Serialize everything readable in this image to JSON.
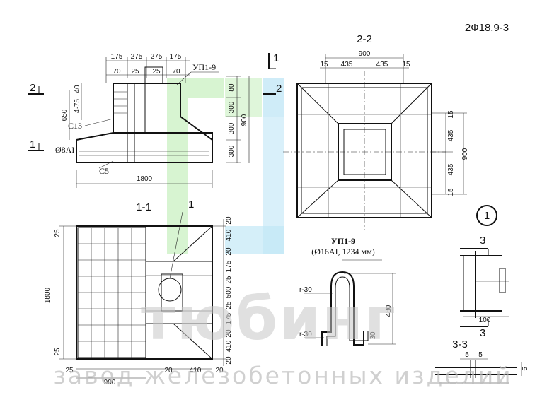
{
  "drawing": {
    "product_code": "2Ф18.9-3",
    "section_labels": {
      "s22": "2-2",
      "s11": "1-1",
      "s33": "3-3",
      "cut1": "1",
      "cut2": "2",
      "cut3": "3",
      "detail": "1",
      "leader": "1"
    },
    "part_labels": {
      "up19": "УП1-9",
      "c13": "С13",
      "c5": "С5",
      "bar_d8": "Ø8АI",
      "up19_title": "УП1-9",
      "up19_spec": "(Ø16АI, 1234 мм)"
    },
    "elevation_dims": {
      "top": [
        "175",
        "275",
        "275",
        "175"
      ],
      "second": [
        "70",
        "25",
        "25",
        "70"
      ],
      "right": [
        "80",
        "300",
        "300",
        "300"
      ],
      "overall_height": "900",
      "left_height": "650",
      "left_small": "40",
      "left_pitch": "4·75",
      "width": "1800"
    },
    "section22_dims": {
      "top_total": "900",
      "top": [
        "15",
        "435",
        "435",
        "15"
      ],
      "right": [
        "15",
        "435",
        "435",
        "15"
      ],
      "right_total": "900"
    },
    "section11_dims": {
      "left_total": "1800",
      "left_top": "25",
      "left_bottom": "25",
      "bottom_total": "900",
      "bottom": [
        "25",
        "20",
        "410",
        "20"
      ],
      "right": [
        "20",
        "410",
        "20",
        "175",
        "25",
        "500",
        "25",
        "175",
        "20",
        "410",
        "20"
      ]
    },
    "bend_dims": {
      "radius_top": "r-30",
      "radius_bottom": "r-30",
      "height": "480",
      "foot": "30"
    },
    "detail_dims": {
      "width": "100",
      "gap_a": "5",
      "gap_b": "5",
      "side": "5"
    },
    "watermark": {
      "brand": "тюбинг",
      "subtitle": "завод железобетонных изделий",
      "colors": {
        "green": "#c9f0c2",
        "blue": "#bfe6f6",
        "gray": "#c8c8c8"
      }
    }
  }
}
